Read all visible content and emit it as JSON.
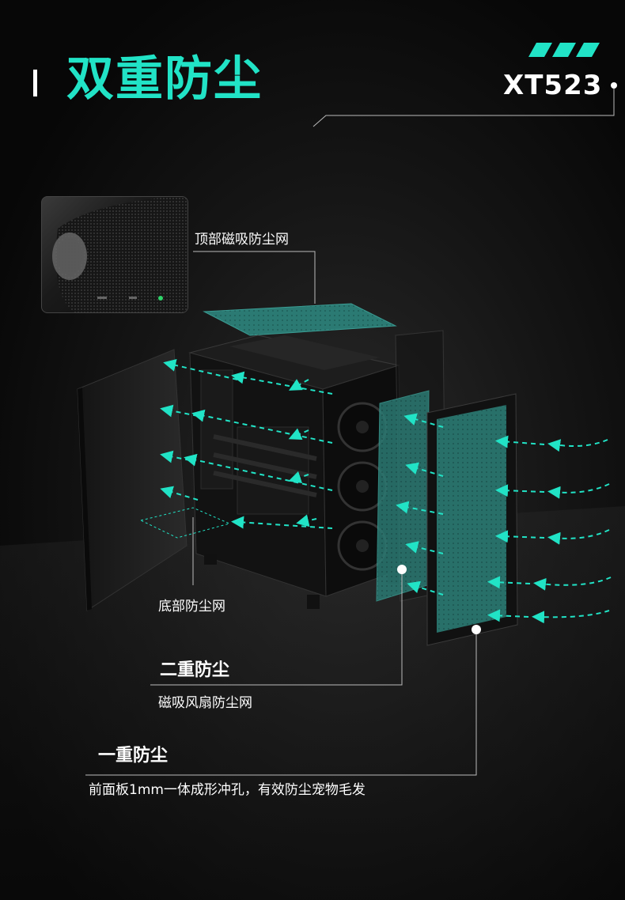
{
  "header": {
    "title": "双重防尘",
    "model": "XT523"
  },
  "labels": {
    "top_filter": "顶部磁吸防尘网",
    "bottom_filter": "底部防尘网",
    "second_layer_heading": "二重防尘",
    "second_layer_desc": "磁吸风扇防尘网",
    "first_layer_heading": "一重防尘",
    "first_layer_desc": "前面板1mm一体成形冲孔，有效防尘宠物毛发"
  },
  "colors": {
    "accent": "#21e3c6",
    "filter_teal": "#2b7a73",
    "background": "#0b0b0b",
    "text": "#ffffff"
  }
}
